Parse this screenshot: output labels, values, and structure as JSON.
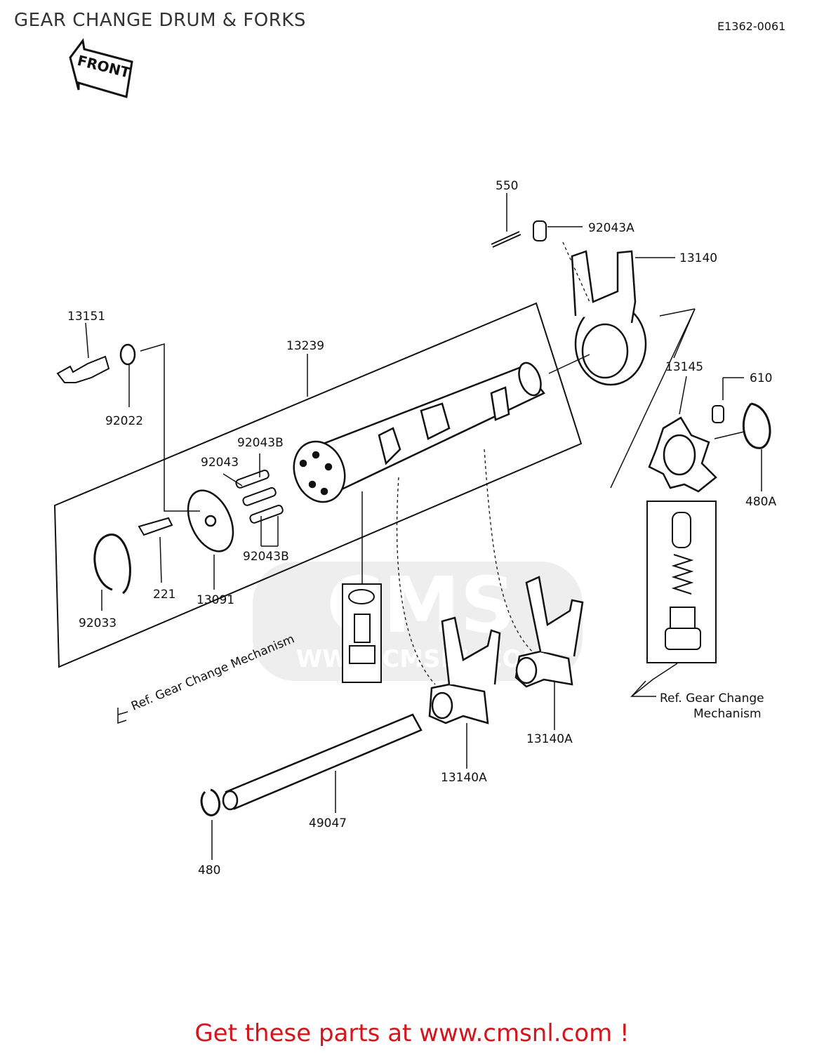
{
  "header": {
    "title": "GEAR CHANGE DRUM & FORKS",
    "diagram_code": "E1362-0061"
  },
  "front_arrow": {
    "label": "FRONT"
  },
  "watermark": {
    "logo_text": "CMS",
    "url_text": "WWW.CMSNL.COM"
  },
  "part_labels": {
    "p550": "550",
    "p92043A": "92043A",
    "p13140": "13140",
    "p13151": "13151",
    "p13239": "13239",
    "p92022": "92022",
    "p13145": "13145",
    "p610": "610",
    "p92043B_top": "92043B",
    "p92043": "92043",
    "p480A": "480A",
    "p92043B_bottom": "92043B",
    "p221": "221",
    "p13091": "13091",
    "p92033": "92033",
    "p13140A_right": "13140A",
    "p13140A_left": "13140A",
    "p49047": "49047",
    "p480": "480"
  },
  "references": {
    "left": "Ref. Gear Change Mechanism",
    "right_line1": "Ref. Gear Change",
    "right_line2": "Mechanism"
  },
  "footer": {
    "cta": "Get these parts at www.cmsnl.com !"
  }
}
